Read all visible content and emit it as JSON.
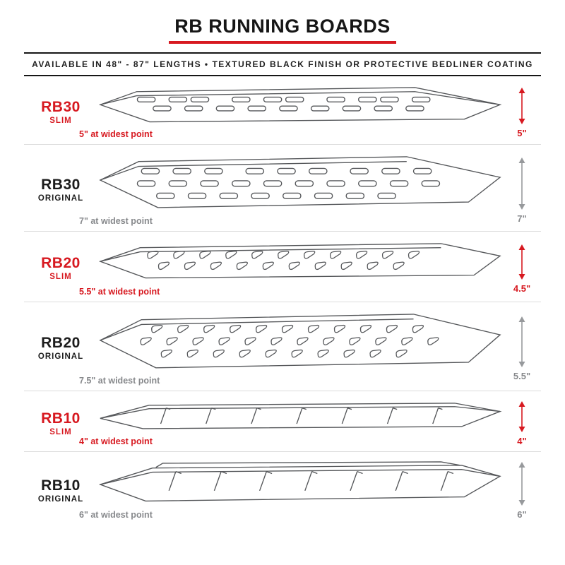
{
  "header": {
    "title": "RB RUNNING BOARDS",
    "subtitle": "AVAILABLE IN 48\" - 87\" LENGTHS   •   TEXTURED BLACK FINISH OR PROTECTIVE BEDLINER COATING"
  },
  "colors": {
    "accent_red": "#d71920",
    "muted_gray": "#87898c",
    "line_art": "#55575a"
  },
  "rows": [
    {
      "model": "RB30",
      "variant": "SLIM",
      "width_note": "5\" at widest point",
      "height_label": "5\""
    },
    {
      "model": "RB30",
      "variant": "ORIGINAL",
      "width_note": "7\" at widest point",
      "height_label": "7\""
    },
    {
      "model": "RB20",
      "variant": "SLIM",
      "width_note": "5.5\" at widest point",
      "height_label": "4.5\""
    },
    {
      "model": "RB20",
      "variant": "ORIGINAL",
      "width_note": "7.5\" at widest point",
      "height_label": "5.5\""
    },
    {
      "model": "RB10",
      "variant": "SLIM",
      "width_note": "4\" at widest point",
      "height_label": "4\""
    },
    {
      "model": "RB10",
      "variant": "ORIGINAL",
      "width_note": "6\" at widest point",
      "height_label": "6\""
    }
  ]
}
